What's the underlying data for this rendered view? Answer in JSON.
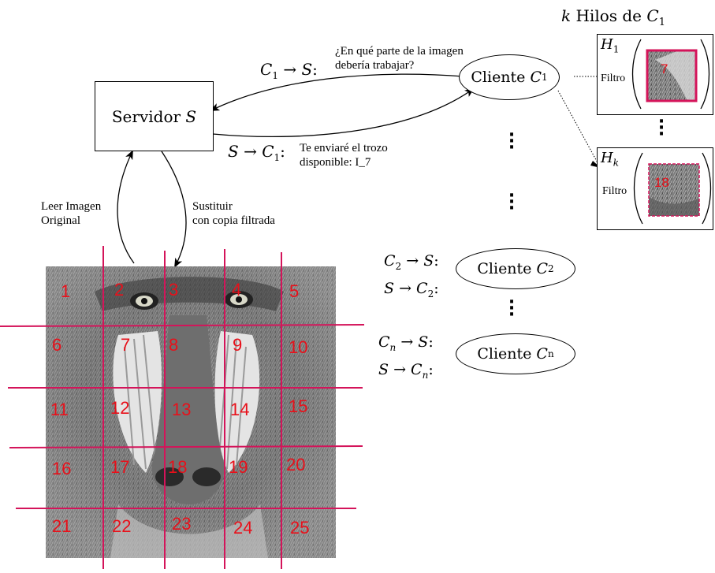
{
  "diagram": {
    "threads_title": {
      "k": "k",
      "text": "Hilos de",
      "c": "C",
      "sub": "1"
    },
    "server": {
      "label": "Servidor",
      "var": "S"
    },
    "client1": {
      "label": "Cliente",
      "var": "C",
      "sub": "1"
    },
    "client2": {
      "label": "Cliente",
      "var": "C",
      "sub": "2"
    },
    "clientn": {
      "label": "Cliente",
      "var": "C",
      "sub": "n"
    },
    "c1_to_s": {
      "from": "C",
      "from_sub": "1",
      "arrow": "→",
      "to": "S",
      "colon": ":"
    },
    "c1_question_line1": "¿En qué parte de la imagen",
    "c1_question_line2": "debería trabajar?",
    "s_to_c1": {
      "from": "S",
      "arrow": "→",
      "to": "C",
      "to_sub": "1",
      "colon": ":"
    },
    "s_answer_line1": "Te enviaré el trozo",
    "s_answer_line2": "disponible:  I_7",
    "read_line1": "Leer Imagen",
    "read_line2": "Original",
    "replace_line1": "Sustituir",
    "replace_line2": "con copia filtrada",
    "c2_to_s": {
      "from": "C",
      "from_sub": "2",
      "to": "S"
    },
    "s_to_c2": {
      "from": "S",
      "to": "C",
      "to_sub": "2"
    },
    "cn_to_s": {
      "from": "C",
      "from_sub": "n",
      "to": "S"
    },
    "s_to_cn": {
      "from": "S",
      "to": "C",
      "to_sub": "n"
    },
    "thread1": {
      "h": "H",
      "sub": "1",
      "filter": "Filtro",
      "chunk": "7"
    },
    "threadk": {
      "h": "H",
      "sub": "k",
      "filter": "Filtro",
      "chunk": "18"
    },
    "grid_cells": [
      "1",
      "2",
      "3",
      "4",
      "5",
      "6",
      "7",
      "8",
      "9",
      "10",
      "11",
      "12",
      "13",
      "14",
      "15",
      "16",
      "17",
      "18",
      "19",
      "20",
      "21",
      "22",
      "23",
      "24",
      "25"
    ],
    "grid_color": "#d4145a",
    "number_color": "#e8101a"
  }
}
